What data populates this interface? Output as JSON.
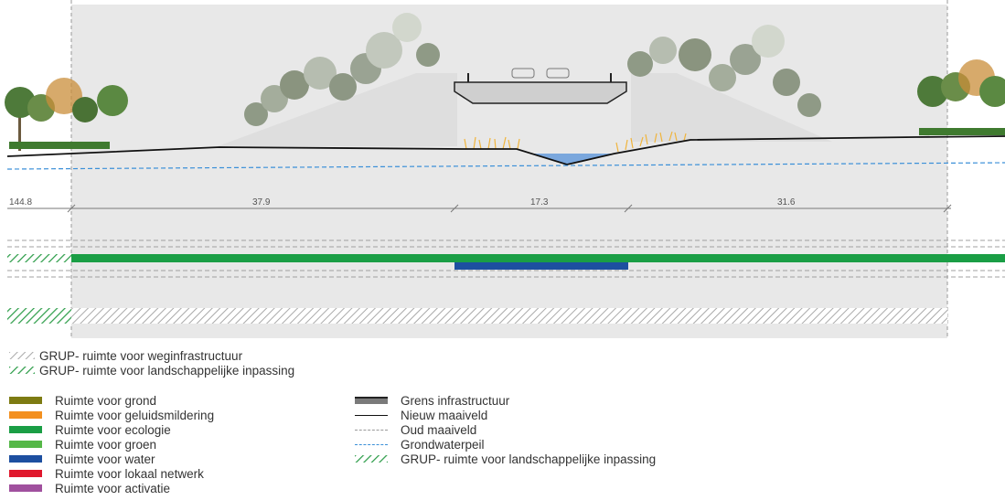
{
  "section": {
    "dimensions": [
      "144.8",
      "37.9",
      "17.3",
      "31.6"
    ]
  },
  "legend": {
    "hatch_items": [
      {
        "label": "GRUP- ruimte voor weginfrastructuur",
        "color": "#a9a9a9"
      },
      {
        "label": "GRUP- ruimte voor landschappelijke inpassing",
        "color": "#2e9e4a"
      }
    ],
    "space_items": [
      {
        "label": "Ruimte voor grond",
        "color": "#7d7b12"
      },
      {
        "label": "Ruimte voor geluidsmildering",
        "color": "#f39020"
      },
      {
        "label": "Ruimte voor ecologie",
        "color": "#1a9e45"
      },
      {
        "label": "Ruimte voor groen",
        "color": "#55b848"
      },
      {
        "label": "Ruimte voor water",
        "color": "#1d4fa0"
      },
      {
        "label": "Ruimte voor lokaal netwerk",
        "color": "#e0182d"
      },
      {
        "label": "Ruimte voor activatie",
        "color": "#a0509e"
      }
    ],
    "line_items": [
      {
        "label": "Grens infrastructuur",
        "style": "gray-bar"
      },
      {
        "label": "Nieuw maaiveld",
        "style": "solid-black"
      },
      {
        "label": "Oud maaiveld",
        "style": "dashed-gray"
      },
      {
        "label": "Grondwaterpeil",
        "style": "dashed-blue"
      },
      {
        "label": "GRUP- ruimte voor landschappelijke inpassing",
        "style": "green-hatch"
      }
    ]
  },
  "colors": {
    "corridor_fill": "#e6e6e6",
    "ecology_green": "#1a9e45",
    "water_blue": "#1d4fa0",
    "groundwater": "#3a8fd8",
    "reed": "#f0b43c"
  }
}
